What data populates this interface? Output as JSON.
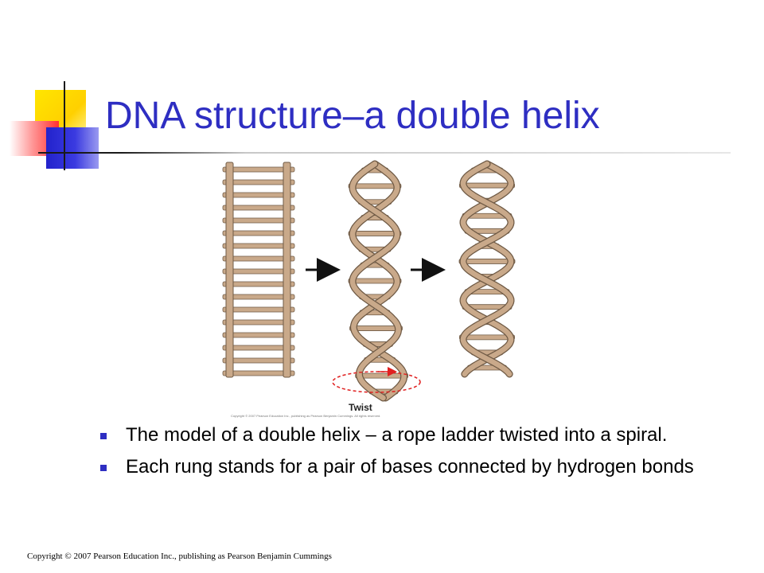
{
  "slide": {
    "title": "DNA structure–a double helix",
    "figure": {
      "twist_label": "Twist",
      "credit": "Copyright © 2007 Pearson Education Inc., publishing as Pearson Benjamin Cummings. All rights reserved.",
      "rope_color": "#c9a98a",
      "twist_arrow_color": "#e02020"
    },
    "bullets": [
      {
        "text": "The model of a double helix – a rope ladder twisted into a spiral."
      },
      {
        "text": "Each rung stands for a pair of bases connected by hydrogen bonds"
      }
    ],
    "footer": {
      "copyright": "Copyright © 2007 Pearson Education Inc., publishing as Pearson Benjamin Cummings"
    },
    "accent_color": "#2e2ec2"
  }
}
